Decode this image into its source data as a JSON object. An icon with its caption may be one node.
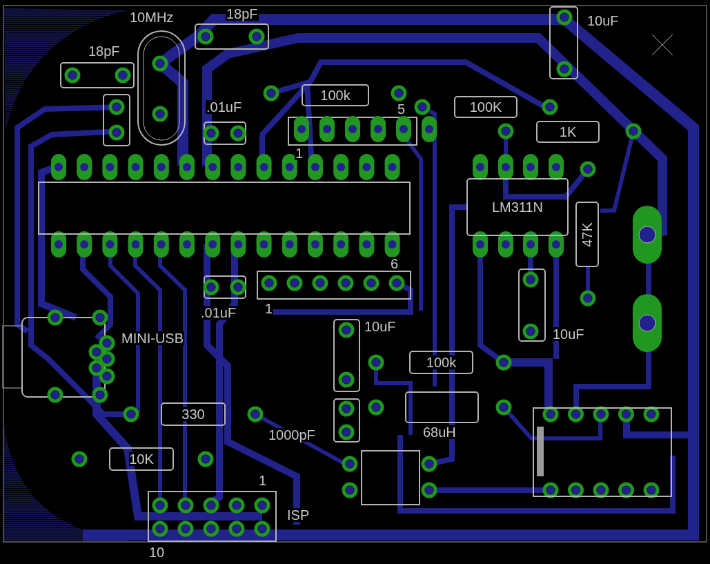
{
  "diagram": {
    "nodes": [
      {
        "text": [
          "100k"
        ]
      },
      {
        "text": [
          "100K"
        ]
      },
      {
        "text": [
          "1K"
        ]
      },
      {
        "text": [],
        "shape": "box"
      },
      {
        "text": [
          "LM311N"
        ]
      },
      {
        "text": [
          "47K"
        ]
      },
      {
        "text": [
          "100k"
        ]
      },
      {
        "text": [
          "330"
        ]
      },
      {
        "text": [
          "10K"
        ]
      },
      {
        "text": [],
        "shape": "box"
      },
      {
        "text": [],
        "shape": "box"
      }
    ],
    "labels": [
      "18pF",
      "10MHz",
      "10uF",
      "18pF",
      ".01uF",
      "5",
      "1",
      "6",
      "1",
      ".01uF",
      "10uF",
      "10uF",
      "MINI-USB",
      "68uH",
      "1000pF",
      "1",
      "ISP",
      "10"
    ]
  }
}
